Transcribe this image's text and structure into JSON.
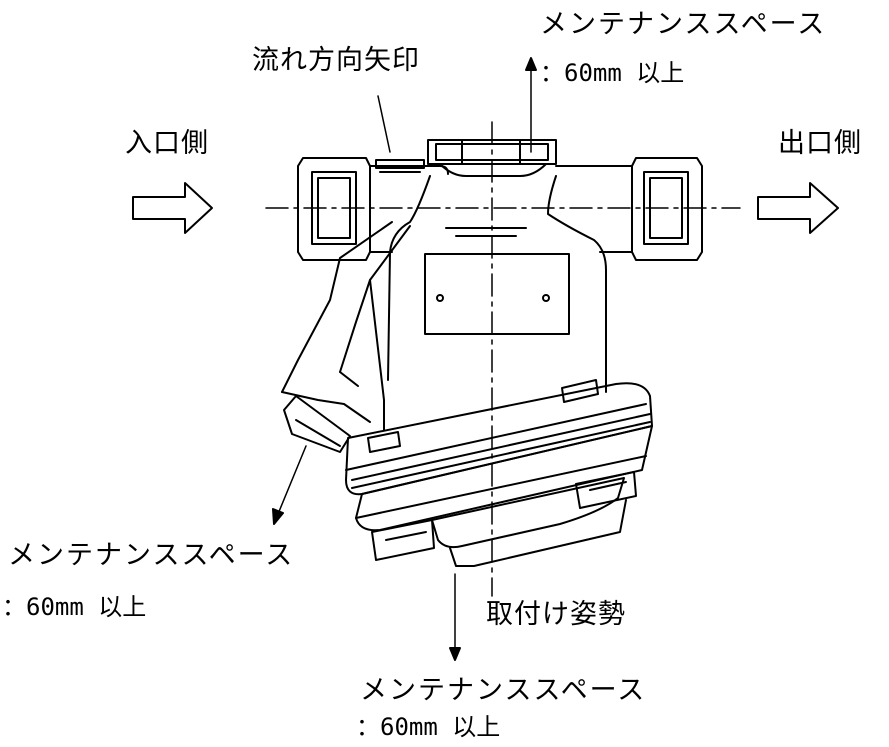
{
  "labels": {
    "flow_arrow": "流れ方向矢印",
    "inlet": "入口側",
    "outlet": "出口側",
    "posture": "取付け姿勢"
  },
  "maintenance": {
    "top": {
      "title": "メンテナンススペース",
      "value": "：60mm 以上"
    },
    "left": {
      "title": "メンテナンススペース",
      "value": "：60mm 以上"
    },
    "bottom": {
      "title": "メンテナンススペース",
      "value": "：60mm 以上"
    }
  },
  "colors": {
    "line": "#000000",
    "background": "#ffffff"
  }
}
